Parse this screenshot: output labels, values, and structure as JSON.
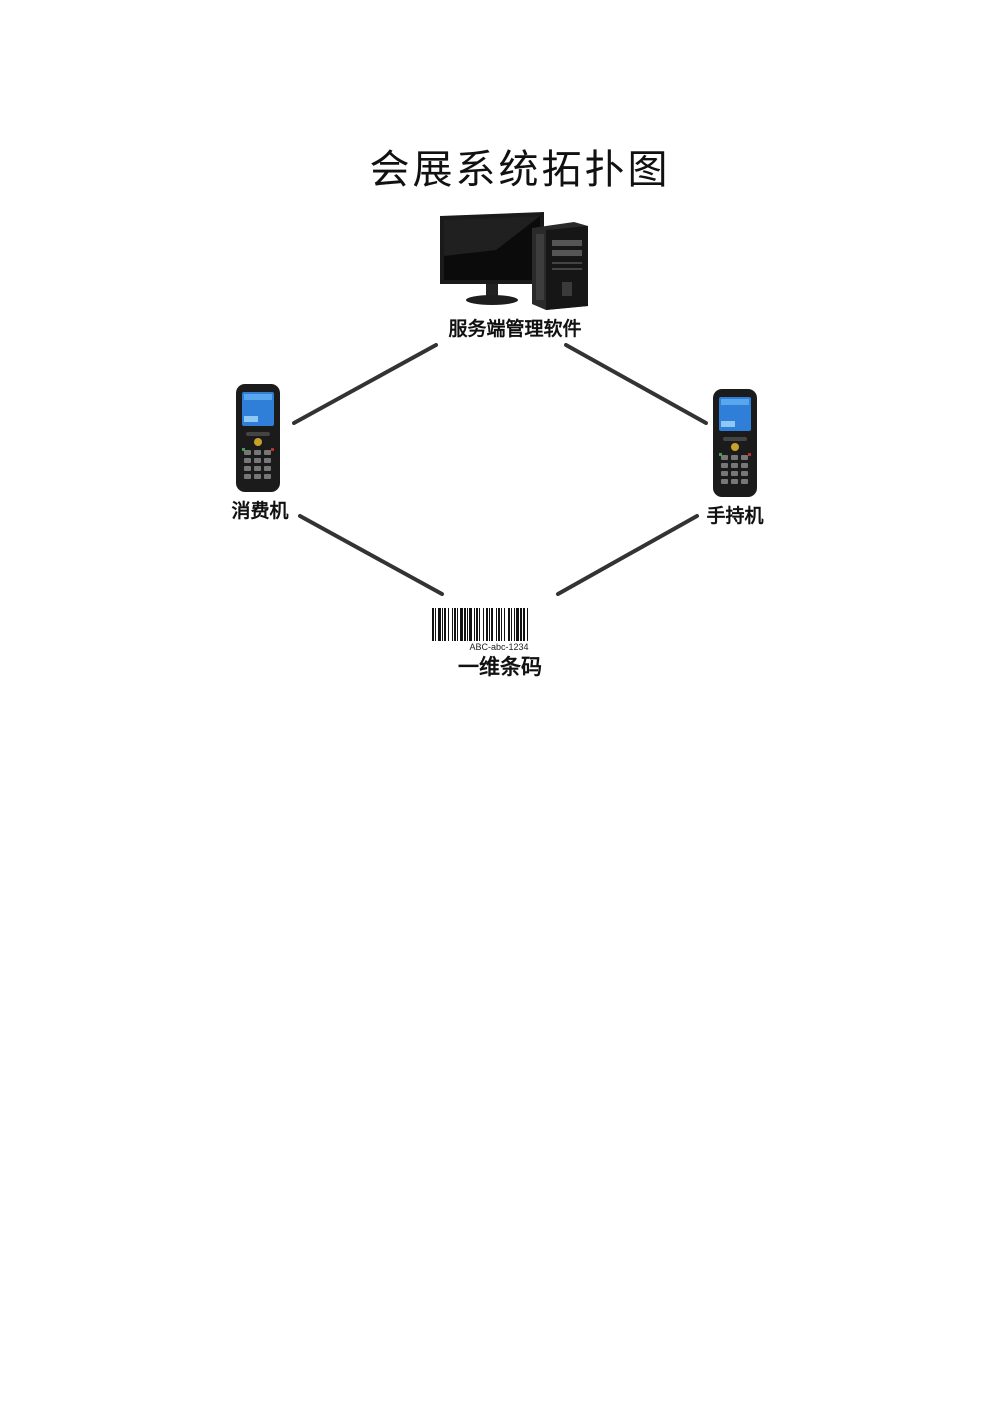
{
  "title": "会展系统拓扑图",
  "nodes": {
    "server": {
      "label": "服务端管理软件",
      "icon": "desktop-computer-icon"
    },
    "pos": {
      "label": "消费机",
      "icon": "handheld-terminal-icon"
    },
    "handheld": {
      "label": "手持机",
      "icon": "handheld-terminal-icon"
    },
    "barcode": {
      "label": "一维条码",
      "code_text": "ABC-abc-1234",
      "icon": "barcode-icon"
    }
  },
  "colors": {
    "line": "#333333",
    "device_body": "#1b1b1b",
    "screen": "#2f7fd8",
    "keypad_accent": "#c9a12a"
  }
}
